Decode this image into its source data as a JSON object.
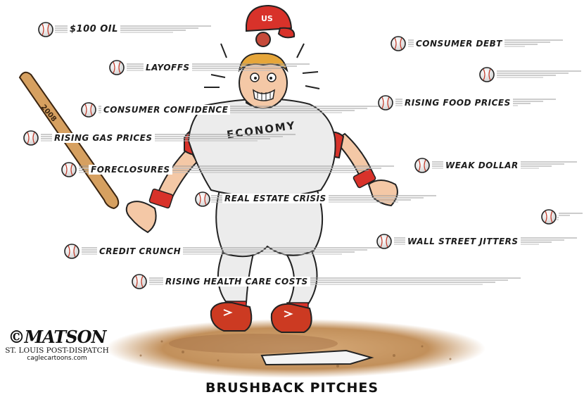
{
  "caption": "BRUSHBACK PITCHES",
  "player": {
    "shirt_text": "ECONOMY",
    "helmet_text": "US",
    "bat_text": "2008"
  },
  "pitches": [
    {
      "label": "$100 OIL"
    },
    {
      "label": "LAYOFFS"
    },
    {
      "label": "CONSUMER CONFIDENCE"
    },
    {
      "label": "RISING GAS PRICES"
    },
    {
      "label": "FORECLOSURES"
    },
    {
      "label": "REAL ESTATE CRISIS"
    },
    {
      "label": "CREDIT CRUNCH"
    },
    {
      "label": "RISING HEALTH CARE COSTS"
    },
    {
      "label": "CONSUMER DEBT"
    },
    {
      "label": "RISING FOOD PRICES"
    },
    {
      "label": "WEAK DOLLAR"
    },
    {
      "label": "WALL STREET JITTERS"
    }
  ],
  "credit": {
    "signature": "©MATSON",
    "paper": "ST. LOUIS POST-DISPATCH",
    "site": "caglecartoons.com"
  },
  "colors": {
    "jersey": "#ececec",
    "sleeve_red": "#d8322a",
    "skin": "#f4c8a6",
    "hair": "#e6a63a",
    "bat": "#d6a060",
    "dirt": "#c99a66",
    "cleats": "#cc3a22"
  }
}
